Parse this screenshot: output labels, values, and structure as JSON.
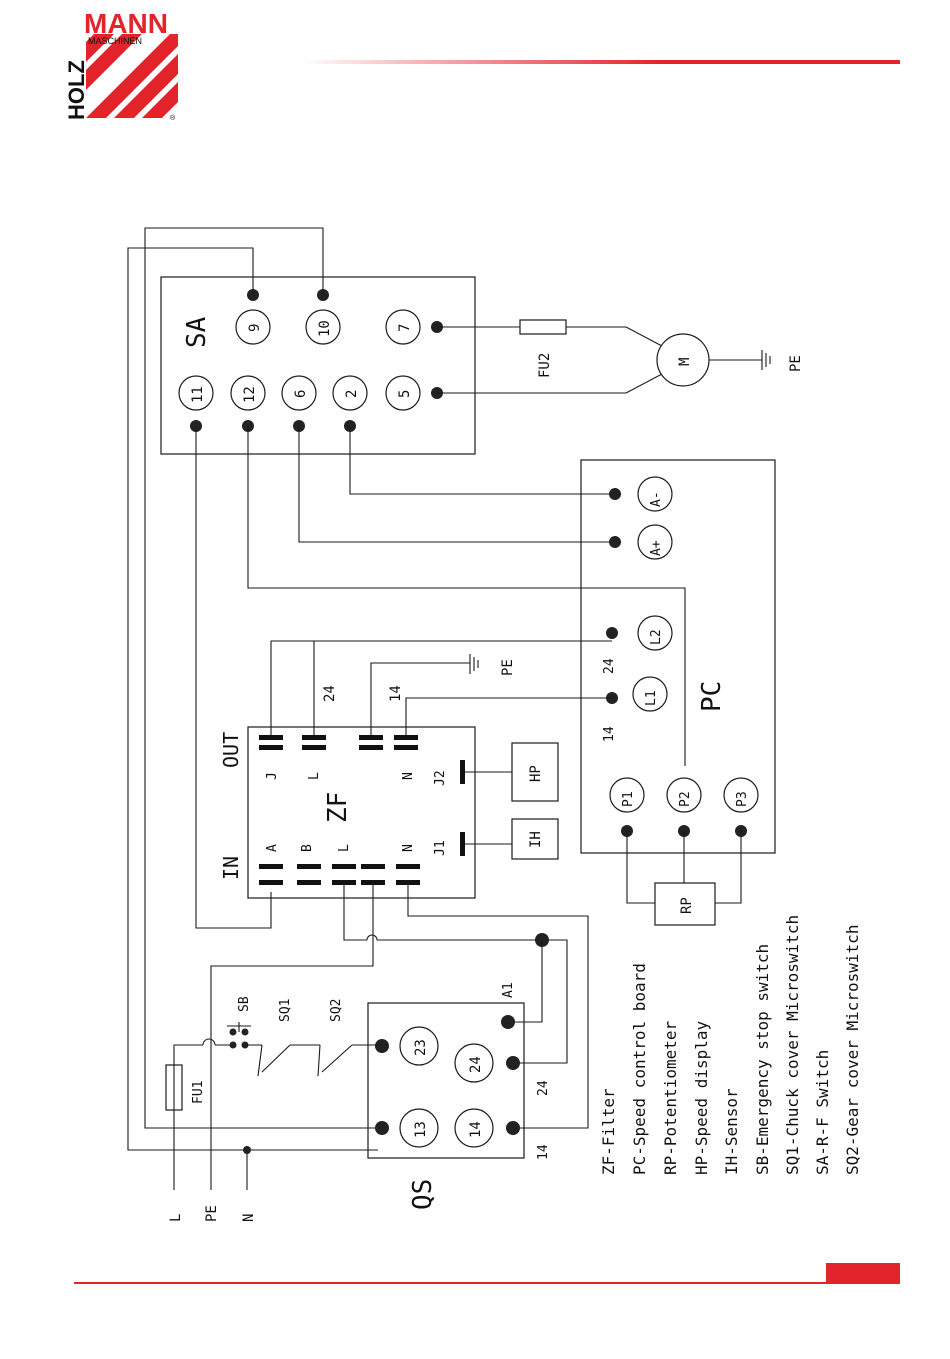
{
  "logo": {
    "word_top": "MANN",
    "word_sub": "MASCHINEN",
    "word_side": "HOLZ",
    "mark": "®",
    "brand_color": "#e3242b"
  },
  "blocks": {
    "SA": {
      "label": "SA",
      "terminals": [
        "9",
        "10",
        "7",
        "11",
        "12",
        "6",
        "2",
        "5"
      ]
    },
    "PC": {
      "label": "PC",
      "terminals": [
        "A-",
        "A+",
        "L2",
        "L1",
        "P1",
        "P2",
        "P3"
      ],
      "notes": [
        "24",
        "14"
      ]
    },
    "ZF": {
      "label": "ZF",
      "in": "IN",
      "out": "OUT",
      "pins_in": [
        "A",
        "B",
        "L",
        "N"
      ],
      "pins_out": [
        "J",
        "L",
        "N"
      ],
      "j1": "J1",
      "j2": "J2"
    },
    "QS": {
      "label": "QS",
      "terminals": [
        "23",
        "24",
        "13",
        "14"
      ],
      "a1": "A1",
      "n24": "24",
      "n14": "14"
    }
  },
  "parts": {
    "M": "M",
    "HP": "HP",
    "IH": "IH",
    "RP": "RP",
    "FU1": "FU1",
    "FU2": "FU2",
    "SB": "SB",
    "SQ1": "SQ1",
    "SQ2": "SQ2"
  },
  "wire_labels": {
    "pe_motor": "PE",
    "pe_filter": "PE",
    "w24": "24",
    "w14": "14"
  },
  "supply": {
    "L": "L",
    "PE": "PE",
    "N": "N"
  },
  "legend": [
    "ZF-Filter",
    "PC-Speed control board",
    "RP-Potentiometer",
    "HP-Speed display",
    "IH-Sensor",
    "SB-Emergency stop switch",
    "SQ1-Chuck cover Microswitch",
    "SA-R-F Switch",
    "SQ2-Gear cover Microswitch"
  ]
}
